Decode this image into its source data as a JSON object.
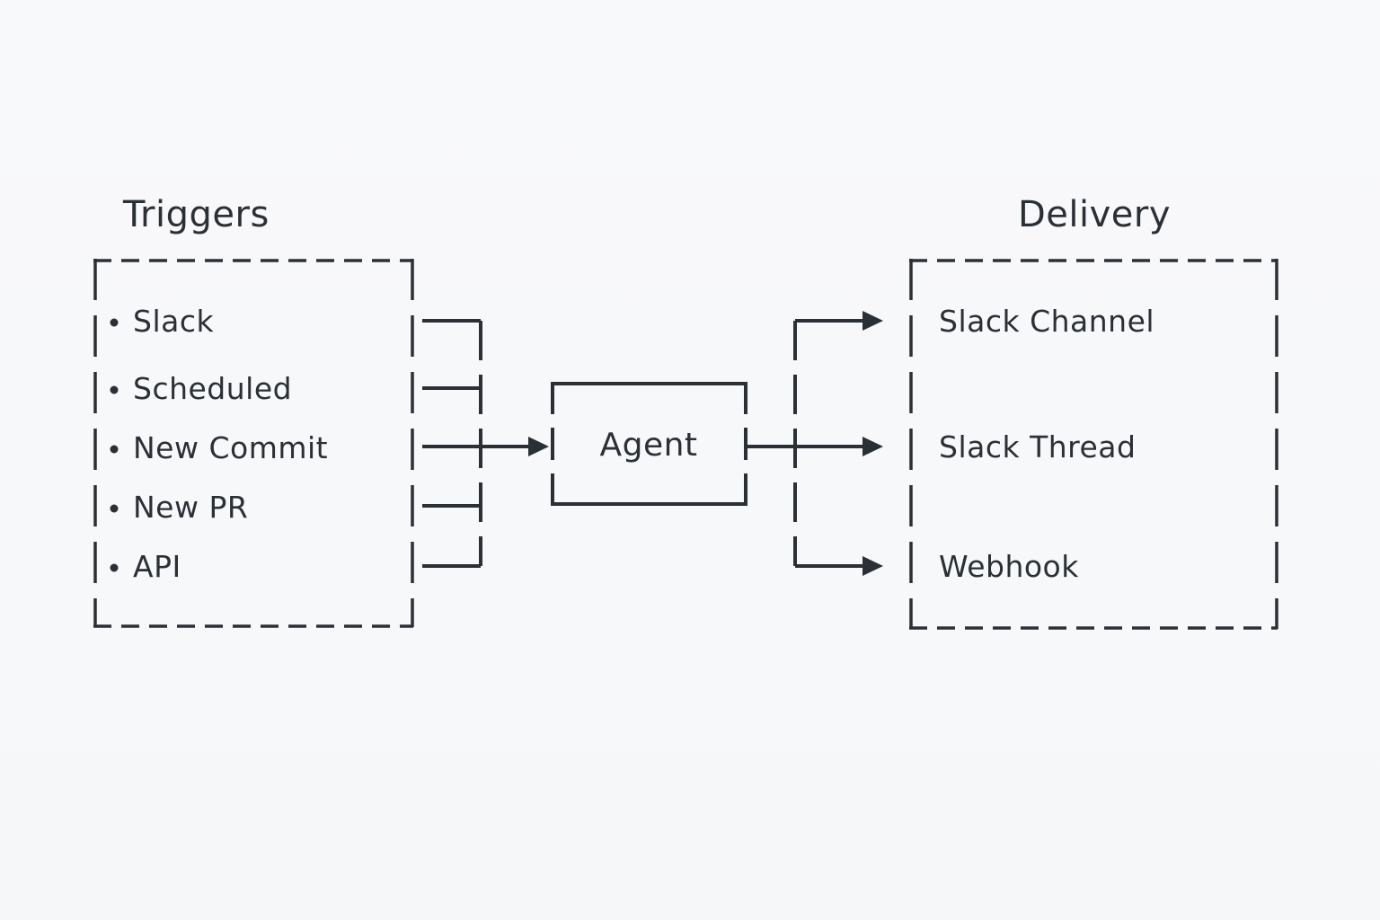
{
  "canvas": {
    "background_color": "#f7f8fa",
    "ink_color": "#2b2f36"
  },
  "triggers_panel": {
    "title": "Triggers",
    "items": [
      "Slack",
      "Scheduled",
      "New Commit",
      "New PR",
      "API"
    ]
  },
  "agent_node": {
    "label": "Agent"
  },
  "delivery_panel": {
    "title": "Delivery",
    "items": [
      "Slack Channel",
      "Slack Thread",
      "Webhook"
    ]
  },
  "edges": [
    {
      "from": "Slack",
      "to": "Agent"
    },
    {
      "from": "Scheduled",
      "to": "Agent"
    },
    {
      "from": "New Commit",
      "to": "Agent"
    },
    {
      "from": "New PR",
      "to": "Agent"
    },
    {
      "from": "API",
      "to": "Agent"
    },
    {
      "from": "Agent",
      "to": "Slack Channel"
    },
    {
      "from": "Agent",
      "to": "Slack Thread"
    },
    {
      "from": "Agent",
      "to": "Webhook"
    }
  ]
}
